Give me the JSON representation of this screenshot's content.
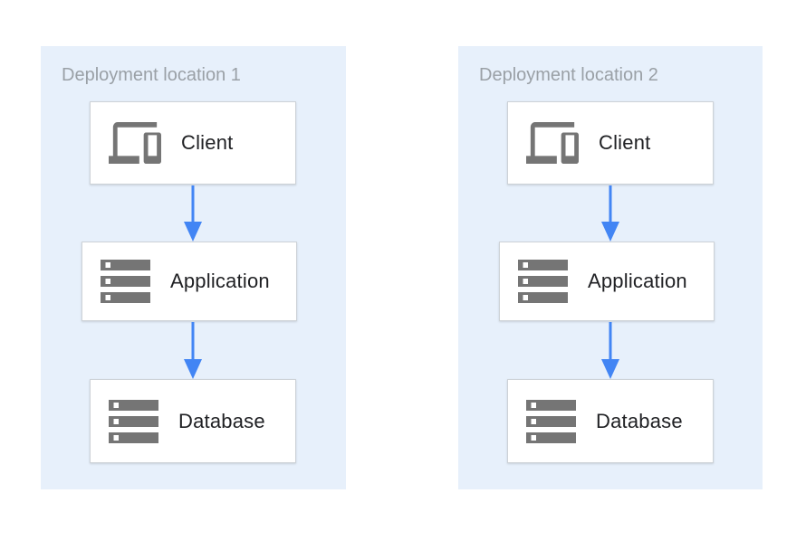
{
  "diagram": {
    "panels": [
      {
        "title": "Deployment location 1",
        "nodes": [
          {
            "label": "Client",
            "icon": "client-devices-icon"
          },
          {
            "label": "Application",
            "icon": "server-storage-icon"
          },
          {
            "label": "Database",
            "icon": "server-storage-icon"
          }
        ],
        "arrows": [
          "client-to-application",
          "application-to-database"
        ]
      },
      {
        "title": "Deployment location 2",
        "nodes": [
          {
            "label": "Client",
            "icon": "client-devices-icon"
          },
          {
            "label": "Application",
            "icon": "server-storage-icon"
          },
          {
            "label": "Database",
            "icon": "server-storage-icon"
          }
        ],
        "arrows": [
          "client-to-application",
          "application-to-database"
        ]
      }
    ],
    "colors": {
      "panel_background": "#E7F0FB",
      "node_background": "#FFFFFF",
      "node_border": "#CDD2D7",
      "arrow": "#4285F4",
      "title_text": "#9AA0A6",
      "label_text": "#202124",
      "icon": "#757575"
    }
  }
}
